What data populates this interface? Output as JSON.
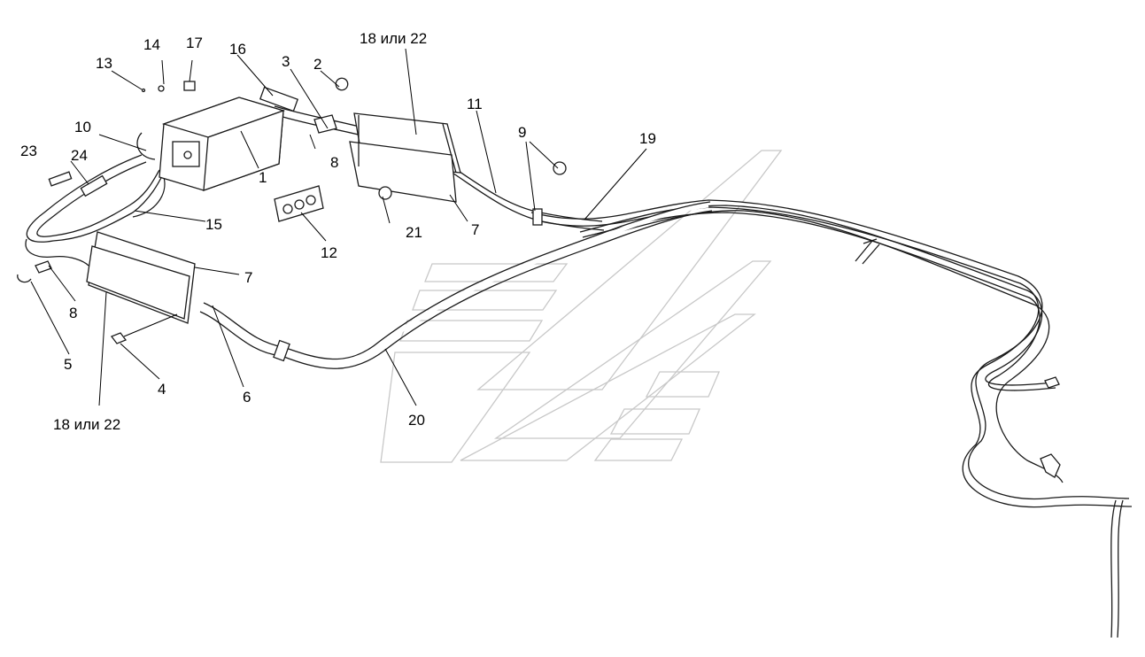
{
  "callouts": [
    {
      "id": "c1",
      "text": "1"
    },
    {
      "id": "c2",
      "text": "2"
    },
    {
      "id": "c3",
      "text": "3"
    },
    {
      "id": "c4",
      "text": "4"
    },
    {
      "id": "c5",
      "text": "5"
    },
    {
      "id": "c6",
      "text": "6"
    },
    {
      "id": "c7a",
      "text": "7"
    },
    {
      "id": "c7b",
      "text": "7"
    },
    {
      "id": "c8a",
      "text": "8"
    },
    {
      "id": "c8b",
      "text": "8"
    },
    {
      "id": "c9",
      "text": "9"
    },
    {
      "id": "c10",
      "text": "10"
    },
    {
      "id": "c11",
      "text": "11"
    },
    {
      "id": "c12",
      "text": "12"
    },
    {
      "id": "c13",
      "text": "13"
    },
    {
      "id": "c14",
      "text": "14"
    },
    {
      "id": "c15",
      "text": "15"
    },
    {
      "id": "c16",
      "text": "16"
    },
    {
      "id": "c17",
      "text": "17"
    },
    {
      "id": "c18a",
      "text": "18 или 22"
    },
    {
      "id": "c18b",
      "text": "18 или 22"
    },
    {
      "id": "c19",
      "text": "19"
    },
    {
      "id": "c20",
      "text": "20"
    },
    {
      "id": "c21",
      "text": "21"
    },
    {
      "id": "c23",
      "text": "23"
    },
    {
      "id": "c24",
      "text": "24"
    }
  ],
  "colors": {
    "line": "#1a1a1a",
    "watermark": "#c8c8c8",
    "background": "#ffffff"
  }
}
